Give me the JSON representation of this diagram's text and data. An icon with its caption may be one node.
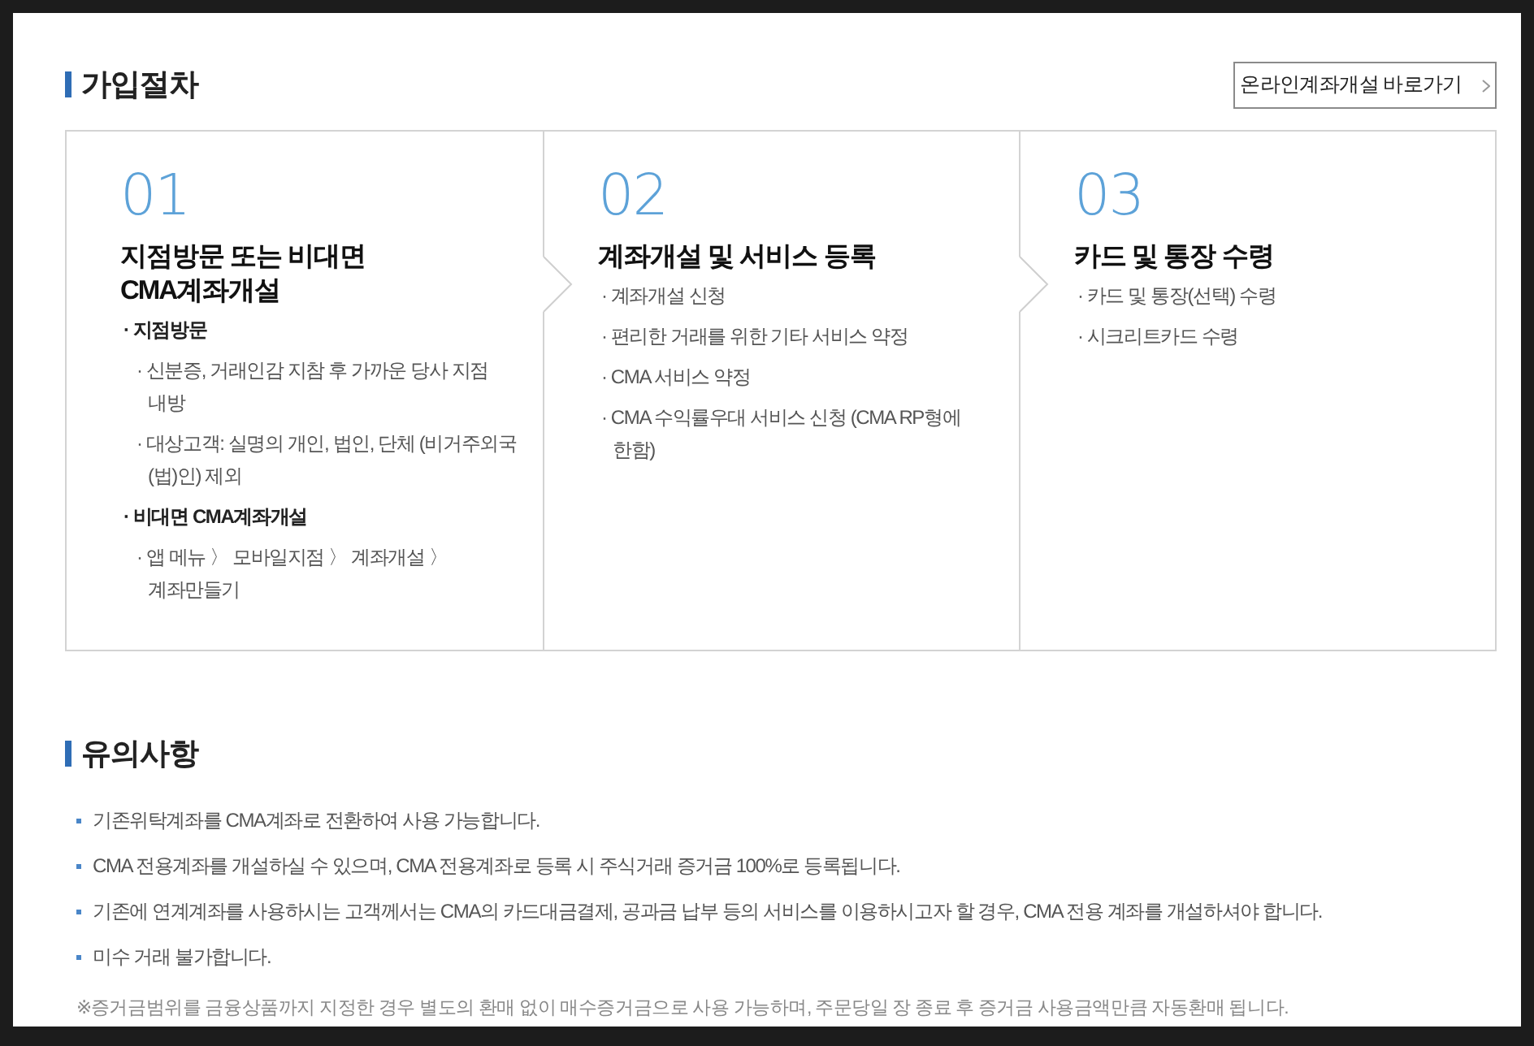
{
  "diagram": {
    "title": "가입절차",
    "nodes": [
      {
        "text": [
          "01",
          "지점방문 또는 비대면 CMA계좌개설",
          "· 지점방문",
          "· 신분증, 거래인감 지참 후 가까운 당사 지점 내방",
          "· 대상고객: 실명의 개인, 법인, 단체 (비거주외국(법)인) 제외",
          "· 비대면 CMA계좌개설",
          "· 앱 메뉴 〉 모바일지점 〉 계좌개설 〉 계좌만들기"
        ]
      },
      {
        "text": [
          "02",
          "계좌개설 및 서비스 등록",
          "· 계좌개설 신청",
          "· 편리한 거래를 위한 기타 서비스 약정",
          "· CMA 서비스 약정",
          "· CMA 수익률우대 서비스 신청 (CMA RP형에 한함)"
        ]
      },
      {
        "text": [
          "03",
          "카드 및 통장 수령",
          "· 카드 및 통장(선택) 수령",
          "· 시크리트카드 수령"
        ]
      }
    ],
    "edges": [
      {
        "from": 0,
        "to": 1,
        "arrow": "to"
      },
      {
        "from": 1,
        "to": 2,
        "arrow": "to"
      }
    ],
    "labels": [
      "온라인계좌개설 바로가기",
      "유의사항",
      "기존위탁계좌를 CMA계좌로 전환하여 사용 가능합니다.",
      "CMA 전용계좌를 개설하실 수 있으며, CMA 전용계좌로 등록 시 주식거래 증거금 100%로 등록됩니다.",
      "기존에 연계계좌를 사용하시는 고객께서는 CMA의 카드대금결제, 공과금 납부 등의 서비스를 이용하시고자 할 경우, CMA 전용 계좌를 개설하셔야 합니다.",
      "미수 거래 불가합니다.",
      "※증거금범위를 금융상품까지 지정한 경우 별도의 환매 없이 매수증거금으로 사용 가능하며, 주문당일 장 종료 후 증거금 사용금액만큼 자동환매 됩니다."
    ]
  }
}
